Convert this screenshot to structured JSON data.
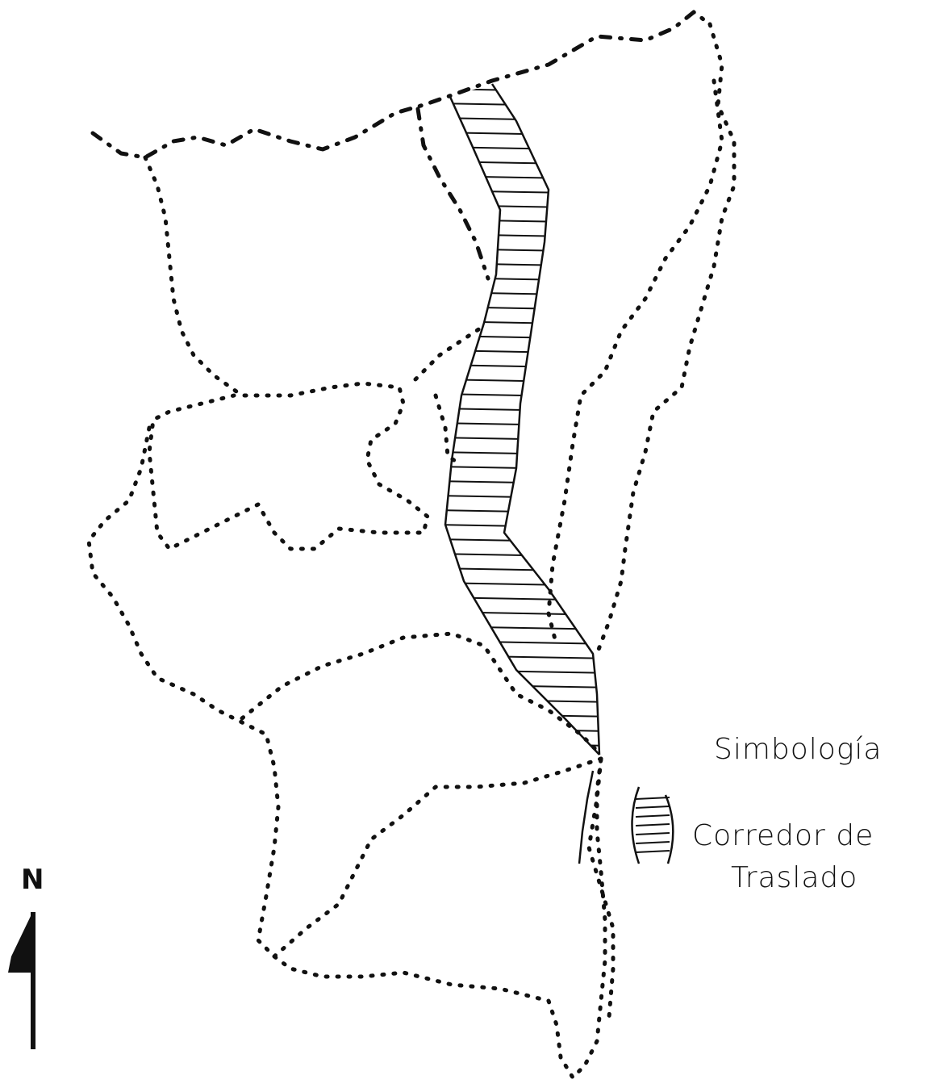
{
  "legend": {
    "title": "Simbología",
    "corridor_label_line1": "Corredor de",
    "corridor_label_line2": "Traslado"
  },
  "north_arrow": {
    "letter": "N"
  },
  "symbols": {
    "corridor": "hatched-band",
    "boundary": "dotted-line",
    "north": "north-arrow-icon"
  },
  "colors": {
    "ink": "#111111",
    "paper": "#ffffff"
  }
}
